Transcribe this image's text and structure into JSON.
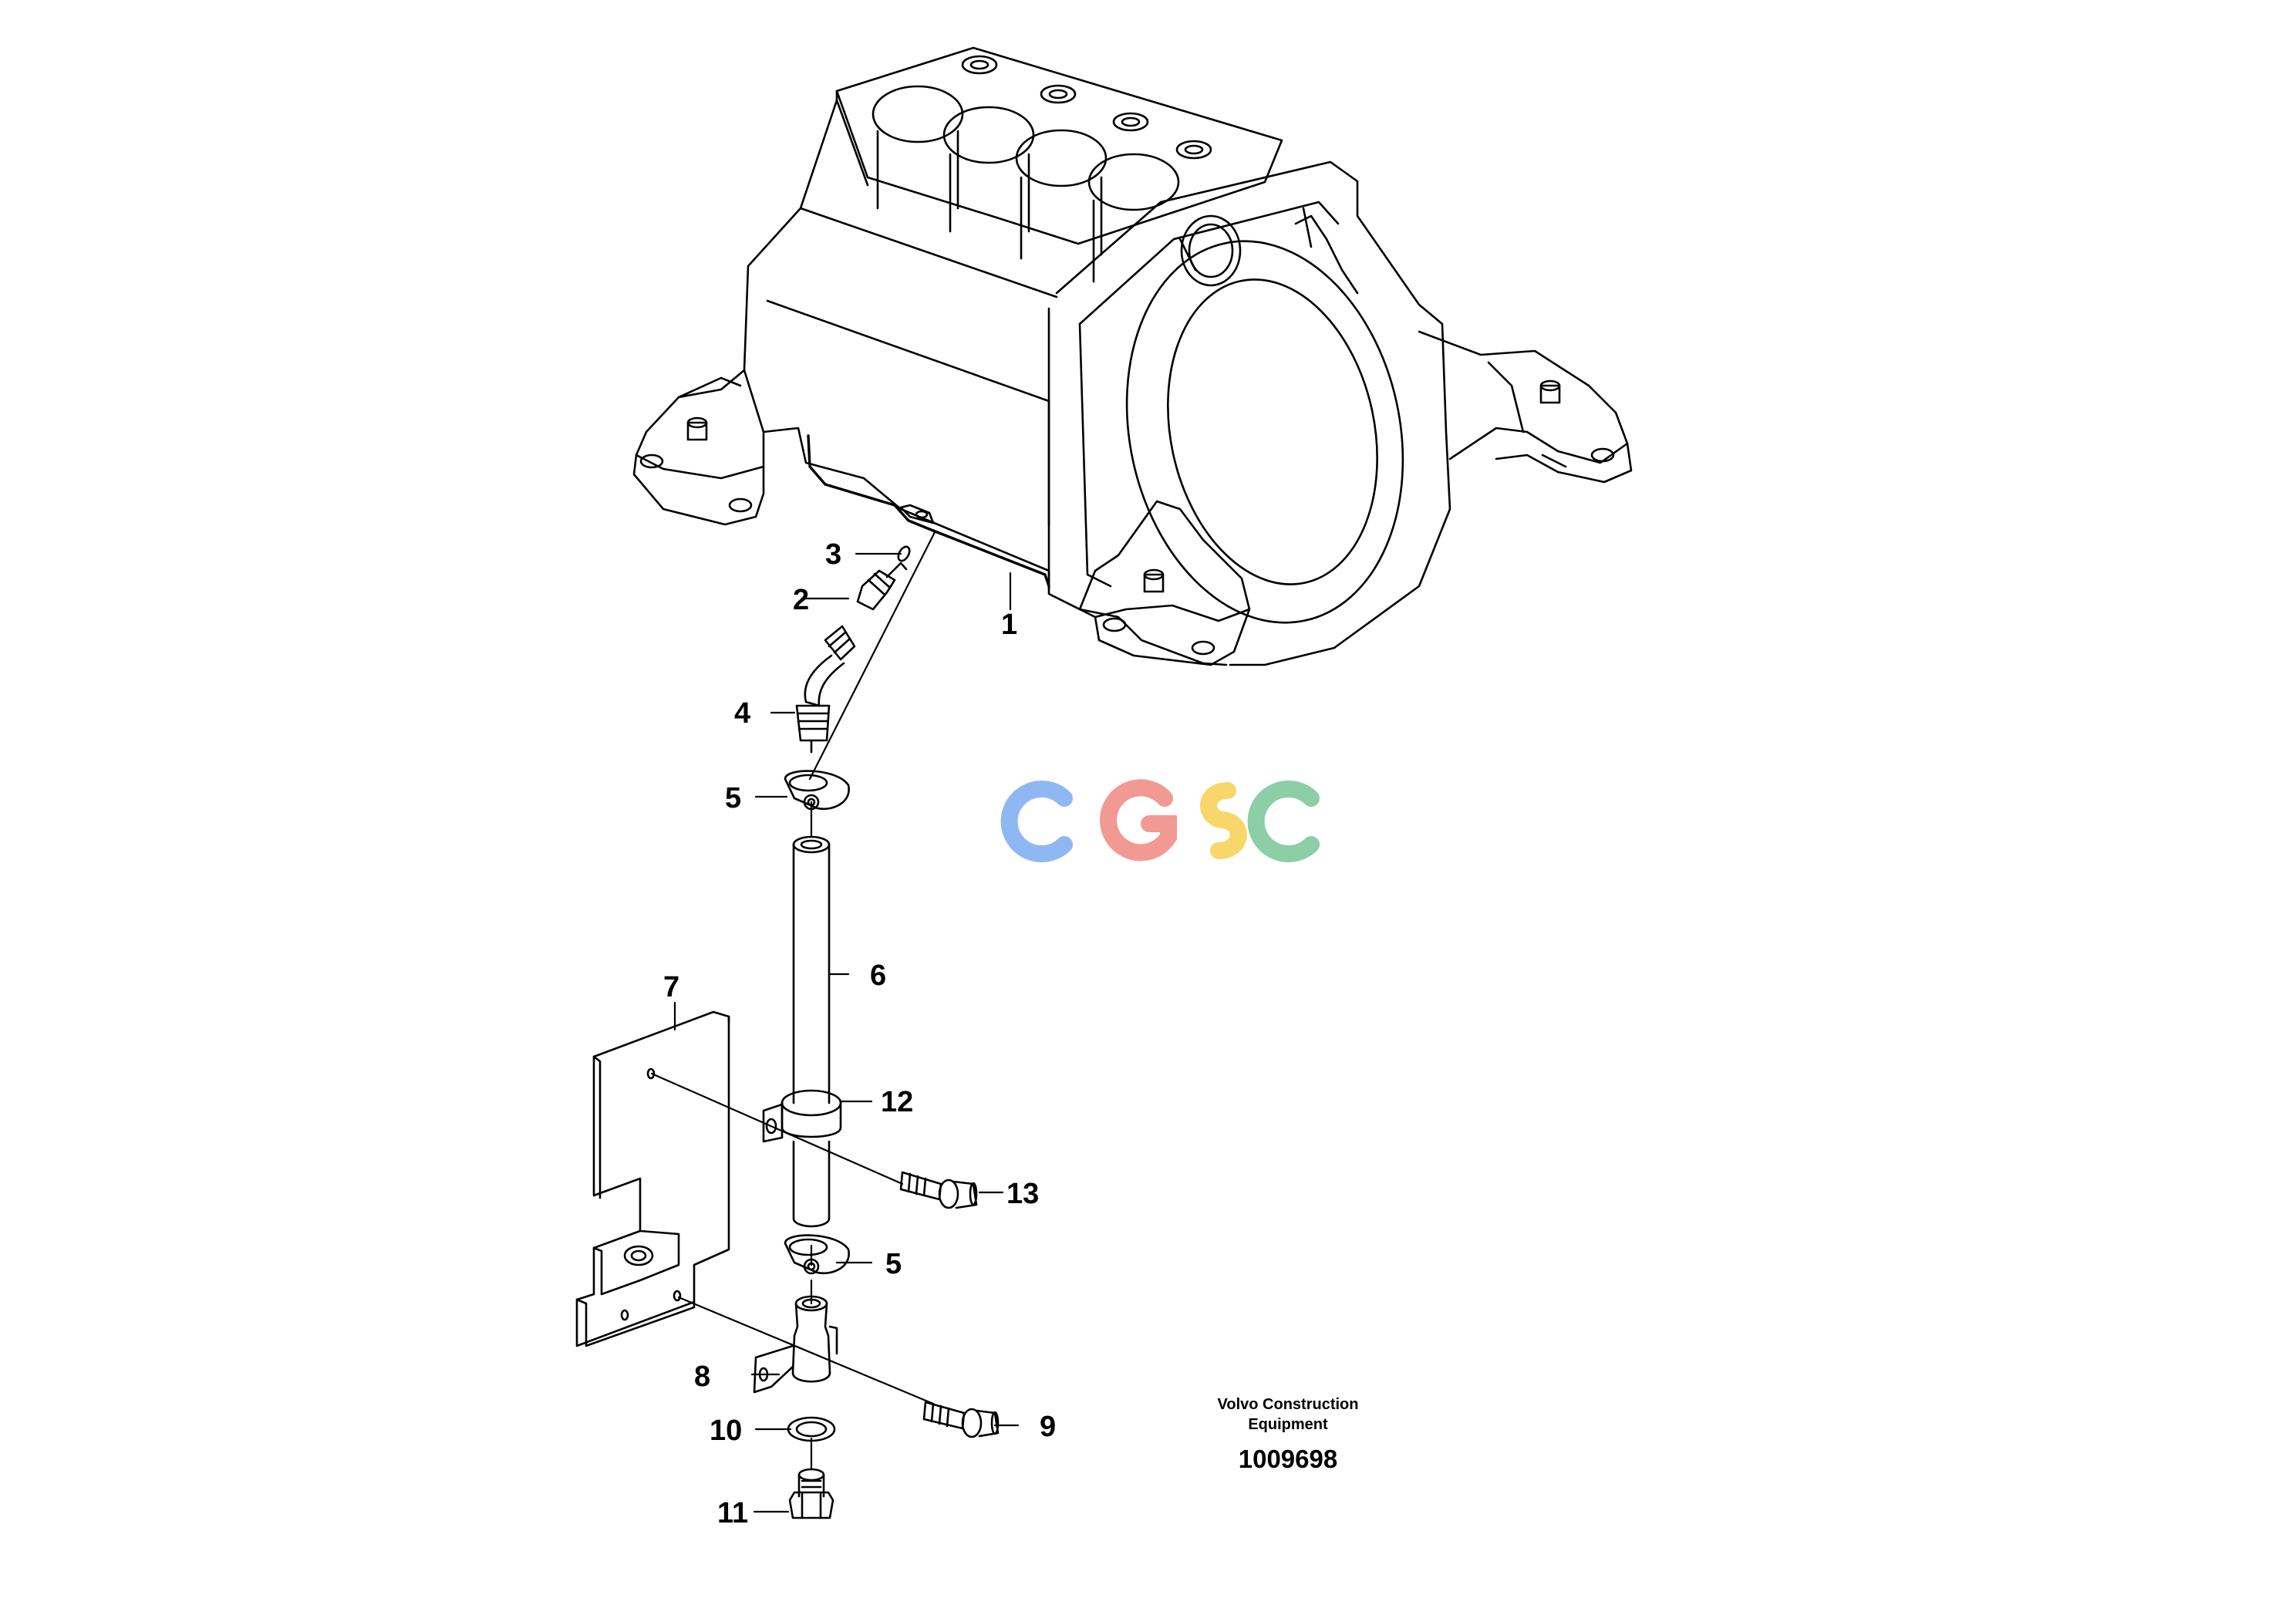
{
  "watermark": {
    "letters": [
      "C",
      "G",
      "S",
      "C"
    ],
    "colors": [
      "#8fb8f3",
      "#f19a93",
      "#f7d66a",
      "#8ccea6"
    ]
  },
  "callouts": {
    "n1": "1",
    "n2": "2",
    "n3": "3",
    "n4": "4",
    "n5a": "5",
    "n5b": "5",
    "n6": "6",
    "n7": "7",
    "n8": "8",
    "n9": "9",
    "n10": "10",
    "n11": "11",
    "n12": "12",
    "n13": "13"
  },
  "caption": {
    "org_line1": "Volvo Construction",
    "org_line2": "Equipment",
    "drawing_number": "1009698"
  }
}
